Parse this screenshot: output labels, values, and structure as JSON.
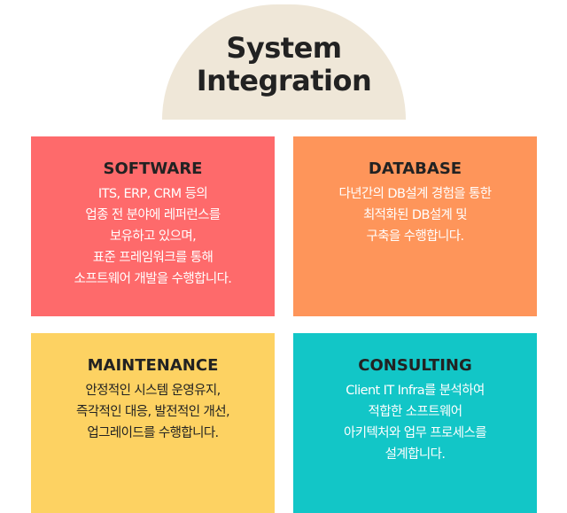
{
  "header": {
    "title_line1": "System",
    "title_line2": "Integration",
    "dome_color": "#efe7d8"
  },
  "cards": [
    {
      "title": "SOFTWARE",
      "color": "#fe6a6b",
      "title_color": "#222222",
      "text_color": "#ffffff",
      "lines": [
        "ITS, ERP, CRM 등의",
        "업종 전 분야에 레퍼런스를",
        "보유하고 있으며,",
        "표준 프레임워크를 통해",
        "소프트웨어 개발을 수행합니다."
      ]
    },
    {
      "title": "DATABASE",
      "color": "#fe955a",
      "title_color": "#222222",
      "text_color": "#ffffff",
      "lines": [
        "다년간의 DB설계 경험을 통한",
        "최적화된 DB설계 및",
        "구축을 수행합니다."
      ]
    },
    {
      "title": "MAINTENANCE",
      "color": "#fdd262",
      "title_color": "#222222",
      "text_color": "#222222",
      "lines": [
        "안정적인 시스템 운영유지,",
        "즉각적인 대응, 발전적인 개선,",
        "업그레이드를 수행합니다."
      ]
    },
    {
      "title": "CONSULTING",
      "color": "#12c6c7",
      "title_color": "#222222",
      "text_color": "#ffffff",
      "lines": [
        "Client IT Infra를 분석하여",
        "적합한 소프트웨어",
        "아키텍처와 업무 프로세스를",
        "설계합니다."
      ]
    }
  ]
}
